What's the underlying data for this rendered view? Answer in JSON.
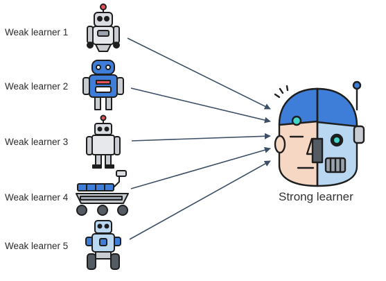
{
  "learners": [
    {
      "label": "Weak learner 1",
      "icon": "robot-silver-icon"
    },
    {
      "label": "Weak learner 2",
      "icon": "robot-blue-icon"
    },
    {
      "label": "Weak learner 3",
      "icon": "robot-gray-icon"
    },
    {
      "label": "Weak learner 4",
      "icon": "rover-robot-icon"
    },
    {
      "label": "Weak learner 5",
      "icon": "robot-wheeled-icon"
    }
  ],
  "strong": {
    "label": "Strong learner",
    "icon": "cyborg-head-icon"
  },
  "colors": {
    "arrow": "#3d4f66",
    "outline": "#1e1e1e",
    "blue": "#3f7ed8",
    "light_blue": "#b9d7f0",
    "gray": "#c9ccd1",
    "skin": "#f6d7c4",
    "teal": "#41d6c8",
    "red": "#e5525a"
  }
}
